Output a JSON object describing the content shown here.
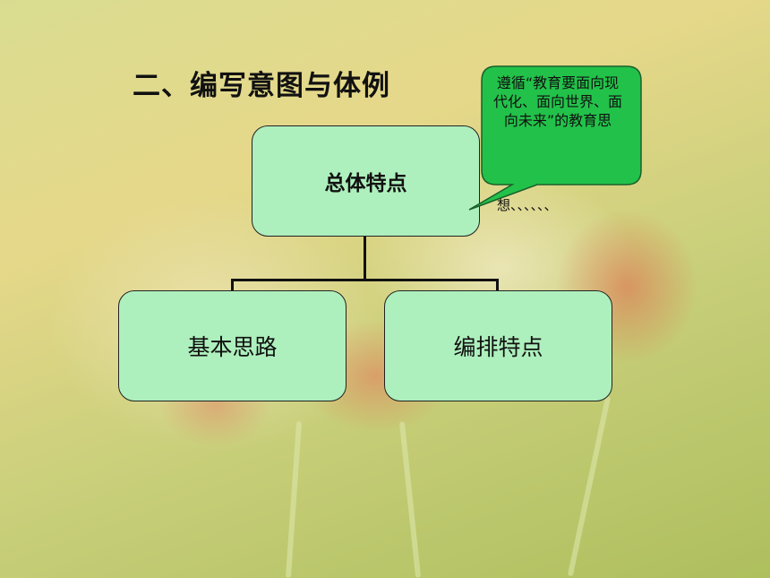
{
  "slide": {
    "title": "二、编写意图与体例"
  },
  "diagram": {
    "root": {
      "label": "总体特点"
    },
    "children": [
      {
        "label": "基本思路"
      },
      {
        "label": "编排特点"
      }
    ]
  },
  "callout": {
    "text": "遵循“教育要面向现代化、面向世界、面向未来”的教育思",
    "overflow_text": "想、、、、、、"
  },
  "colors": {
    "box_fill": "#aef0bd",
    "callout_fill": "#22c24a",
    "line": "#111111"
  }
}
